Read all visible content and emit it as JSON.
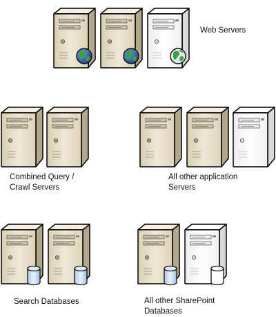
{
  "groups": {
    "web_servers": {
      "label": "Web Servers",
      "servers": [
        {
          "style": "tan",
          "badge": "globe-icon"
        },
        {
          "style": "tan",
          "badge": "globe-icon"
        },
        {
          "style": "white",
          "badge": "globe-icon"
        }
      ]
    },
    "query_crawl": {
      "label": "Combined Query /\nCrawl Servers",
      "servers": [
        {
          "style": "tan",
          "badge": "none"
        },
        {
          "style": "tan",
          "badge": "none"
        }
      ]
    },
    "application_servers": {
      "label": "All other application\nServers",
      "servers": [
        {
          "style": "tan",
          "badge": "none"
        },
        {
          "style": "tan",
          "badge": "none"
        },
        {
          "style": "white",
          "badge": "none"
        }
      ]
    },
    "search_databases": {
      "label": "Search Databases",
      "servers": [
        {
          "style": "tan",
          "badge": "database-icon"
        },
        {
          "style": "tan",
          "badge": "database-icon"
        }
      ]
    },
    "sharepoint_databases": {
      "label": "All other SharePoint\nDatabases",
      "servers": [
        {
          "style": "tan",
          "badge": "database-icon"
        },
        {
          "style": "white",
          "badge": "database-icon"
        }
      ]
    }
  },
  "colors": {
    "tan_front": "#e8dfc8",
    "tan_side": "#b3a88c",
    "tan_top": "#f4efe2",
    "white_front": "#f7f7f7",
    "white_side": "#d9d9d9",
    "white_top": "#ffffff",
    "outline": "#000000",
    "globe_ocean": "#2559b8",
    "globe_land": "#3aa43a",
    "db_fill": "#cfe3f5",
    "db_edge": "#3b6fa6"
  }
}
